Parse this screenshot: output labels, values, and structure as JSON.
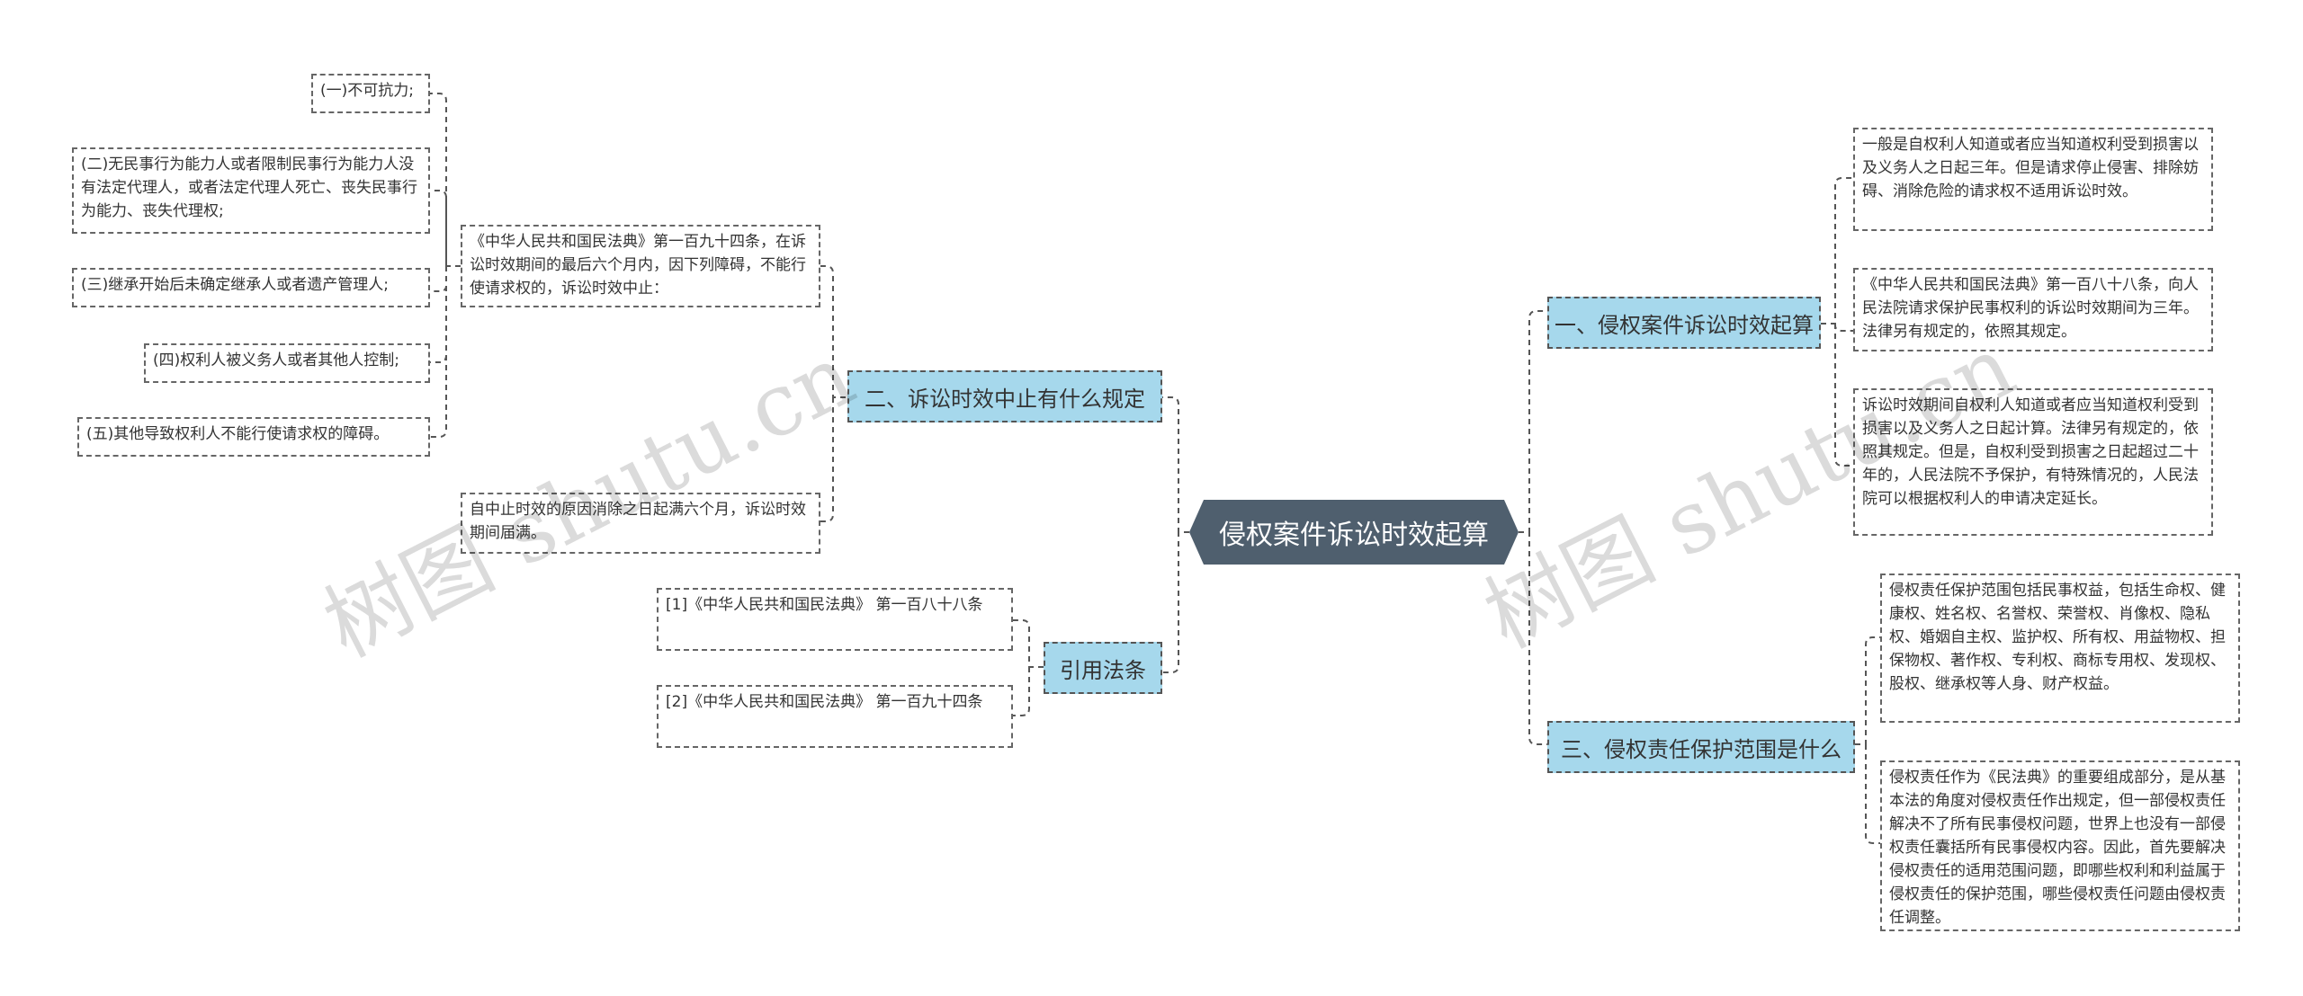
{
  "root": {
    "label": "侵权案件诉讼时效起算"
  },
  "branches": {
    "b1": {
      "label": "一、侵权案件诉讼时效起算",
      "leaves": [
        "一般是自权利人知道或者应当知道权利受到损害以及义务人之日起三年。但是请求停止侵害、排除妨碍、消除危险的请求权不适用诉讼时效。",
        "《中华人民共和国民法典》第一百八十八条，向人民法院请求保护民事权利的诉讼时效期间为三年。法律另有规定的，依照其规定。",
        "诉讼时效期间自权利人知道或者应当知道权利受到损害以及义务人之日起计算。法律另有规定的，依照其规定。但是，自权利受到损害之日起超过二十年的，人民法院不予保护，有特殊情况的，人民法院可以根据权利人的申请决定延长。"
      ]
    },
    "b2": {
      "label": "二、诉讼时效中止有什么规定",
      "sub": {
        "text": "《中华人民共和国民法典》第一百九十四条，在诉讼时效期间的最后六个月内，因下列障碍，不能行使请求权的，诉讼时效中止：",
        "items": [
          "(一)不可抗力;",
          "(二)无民事行为能力人或者限制民事行为能力人没有法定代理人，或者法定代理人死亡、丧失民事行为能力、丧失代理权;",
          "(三)继承开始后未确定继承人或者遗产管理人;",
          "(四)权利人被义务人或者其他人控制;",
          "(五)其他导致权利人不能行使请求权的障碍。"
        ]
      },
      "leaf2": "自中止时效的原因消除之日起满六个月，诉讼时效期间届满。"
    },
    "b3": {
      "label": "三、侵权责任保护范围是什么",
      "leaves": [
        "侵权责任保护范围包括民事权益，包括生命权、健康权、姓名权、名誉权、荣誉权、肖像权、隐私权、婚姻自主权、监护权、所有权、用益物权、担保物权、著作权、专利权、商标专用权、发现权、股权、继承权等人身、财产权益。",
        "侵权责任作为《民法典》的重要组成部分，是从基本法的角度对侵权责任作出规定，但一部侵权责任解决不了所有民事侵权问题，世界上也没有一部侵权责任囊括所有民事侵权内容。因此，首先要解决侵权责任的适用范围问题，即哪些权利和利益属于侵权责任的保护范围，哪些侵权责任问题由侵权责任调整。"
      ]
    },
    "b4": {
      "label": "引用法条",
      "leaves": [
        "[1]《中华人民共和国民法典》 第一百八十八条",
        "[2]《中华人民共和国民法典》 第一百九十四条"
      ]
    }
  },
  "watermarks": [
    "树图 shutu.cn",
    "树图 shutu.cn"
  ],
  "colors": {
    "root": "#4f5f6e",
    "branch": "#a6d8ec",
    "line": "#555555"
  }
}
